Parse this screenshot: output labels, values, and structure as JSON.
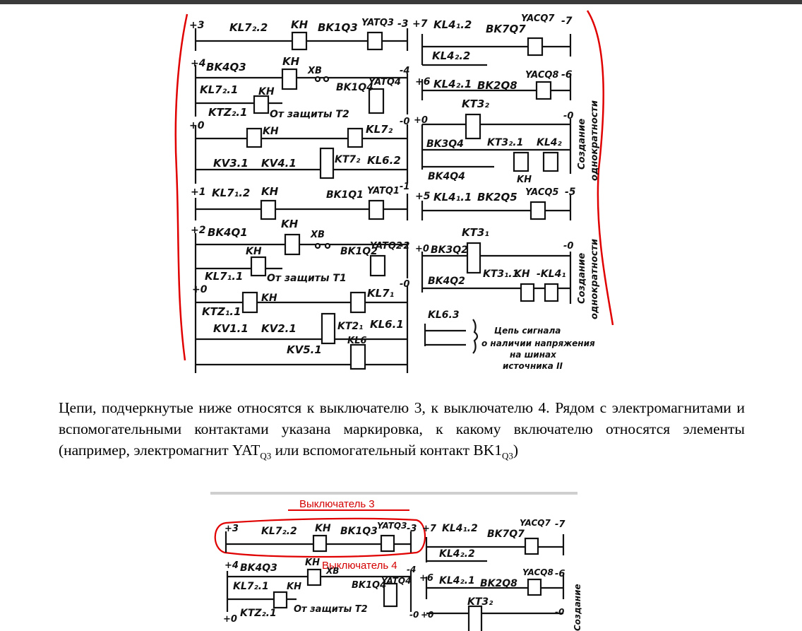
{
  "figure_top": {
    "chain_l1": [
      "+3",
      "KL7₂.2",
      "KH",
      "BK1Q3",
      "YATQ3",
      "-3"
    ],
    "chain_r1": [
      "+7",
      "KL4₁.2",
      "BK7Q7",
      "YACQ7",
      "-7",
      "KL4₂.2"
    ],
    "chain_l2": [
      "+4",
      "BK4Q3",
      "KH",
      "XB",
      "BK1Q4",
      "YATQ4",
      "-4",
      "KL7₂.1",
      "KH"
    ],
    "chain_r2": [
      "+6",
      "KL4₂.1",
      "BK2Q8",
      "YACQ8",
      "-6"
    ],
    "chain_l3": [
      "+0",
      "KTZ₂.1",
      "От защиты Т2",
      "-0",
      "KH",
      "KL7₂",
      "KV3.1",
      "KV4.1",
      "KT7₂",
      "KL6.2"
    ],
    "chain_r3": [
      "+0",
      "KT3₂",
      "-0",
      "BK3Q4",
      "KT3₂.1",
      "KL4₂",
      "BK4Q4",
      "KH"
    ],
    "chain_l4": [
      "+1",
      "KL7₁.2",
      "KH",
      "BK1Q1",
      "YATQ1",
      "-1"
    ],
    "chain_r4": [
      "+5",
      "KL4₁.1",
      "BK2Q5",
      "YACQ5",
      "-5"
    ],
    "chain_l5": [
      "+2",
      "BK4Q1",
      "KH",
      "XB",
      "KH",
      "BK1Q2",
      "YATQ2",
      "-2",
      "KL7₁.1",
      "От защиты Т1"
    ],
    "chain_r5": [
      "+0",
      "BK3Q2",
      "KT3₁",
      "-0",
      "BK4Q2",
      "KT3₁.1",
      "KH",
      "-KL4₁"
    ],
    "chain_l6": [
      "+0",
      "KH",
      "KL7₁",
      "-0",
      "KTZ₁.1",
      "KV1.1",
      "KV2.1",
      "KT2₁",
      "KL6.1",
      "KL6",
      "KV5.1"
    ],
    "signal": [
      "KL6.3",
      "Цепь сигнала",
      "о наличии напряжения",
      "на шинах",
      "источника II"
    ],
    "side": [
      "Создание",
      "однократности",
      "Создание",
      "однократности"
    ]
  },
  "paragraph": {
    "part1": "Цепи, подчеркнутые ниже относятся к выключателю 3, к выключателю 4. Рядом с электромагнитами и вспомогательными контактами указана маркировка, к какому включателю относятся элементы (например, электромагнит YAT",
    "sub1": "Q3",
    "part2": " или вспомогательный контакт BK1",
    "sub2": "Q3",
    "part3": ")"
  },
  "figure_bottom": {
    "annotation_1": "Выключатель 3",
    "annotation_2": "Выключатель 4",
    "chain_1": [
      "+3",
      "KL7₂.2",
      "KH",
      "BK1Q3",
      "YATQ3",
      "-3",
      "+7",
      "KL4₁.2",
      "BK7Q7",
      "YACQ7",
      "-7",
      "KL4₂.2"
    ],
    "chain_2": [
      "+4",
      "BK4Q3",
      "KH",
      "XB",
      "BK1Q4",
      "YATQ4",
      "-4",
      "+6",
      "KL4₂.1",
      "BK2Q8",
      "YACQ8",
      "-6",
      "KL7₂.1",
      "KH"
    ],
    "chain_3": [
      "+0",
      "KTZ₂.1",
      "От защиты Т2",
      "-0",
      "+0",
      "KT3₂",
      "-0",
      "Создание"
    ]
  }
}
